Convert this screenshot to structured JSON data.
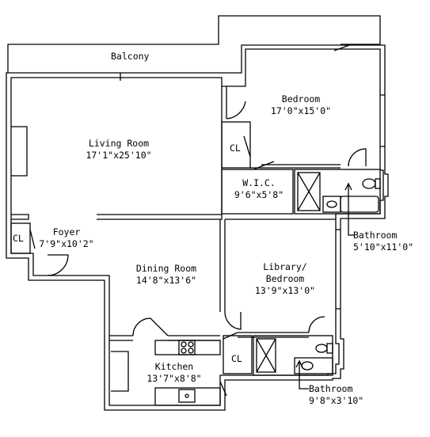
{
  "rooms": {
    "balcony": {
      "name": "Balcony"
    },
    "bedroom": {
      "name": "Bedroom",
      "dims": "17'0\"x15'0\""
    },
    "living_room": {
      "name": "Living Room",
      "dims": "17'1\"x25'10\""
    },
    "closet_bedroom": {
      "name": "CL"
    },
    "wic": {
      "name": "W.I.C.",
      "dims": "9'6\"x5'8\""
    },
    "closet_foyer": {
      "name": "CL"
    },
    "foyer": {
      "name": "Foyer",
      "dims": "7'9\"x10'2\""
    },
    "bathroom_1": {
      "name": "Bathroom",
      "dims": "5'10\"x11'0\""
    },
    "dining_room": {
      "name": "Dining Room",
      "dims": "14'8\"x13'6\""
    },
    "library": {
      "name": "Library/",
      "name2": "Bedroom",
      "dims": "13'9\"x13'0\""
    },
    "closet_kitchen": {
      "name": "CL"
    },
    "kitchen": {
      "name": "Kitchen",
      "dims": "13'7\"x8'8\""
    },
    "bathroom_2": {
      "name": "Bathroom",
      "dims": "9'8\"x3'10\""
    }
  }
}
